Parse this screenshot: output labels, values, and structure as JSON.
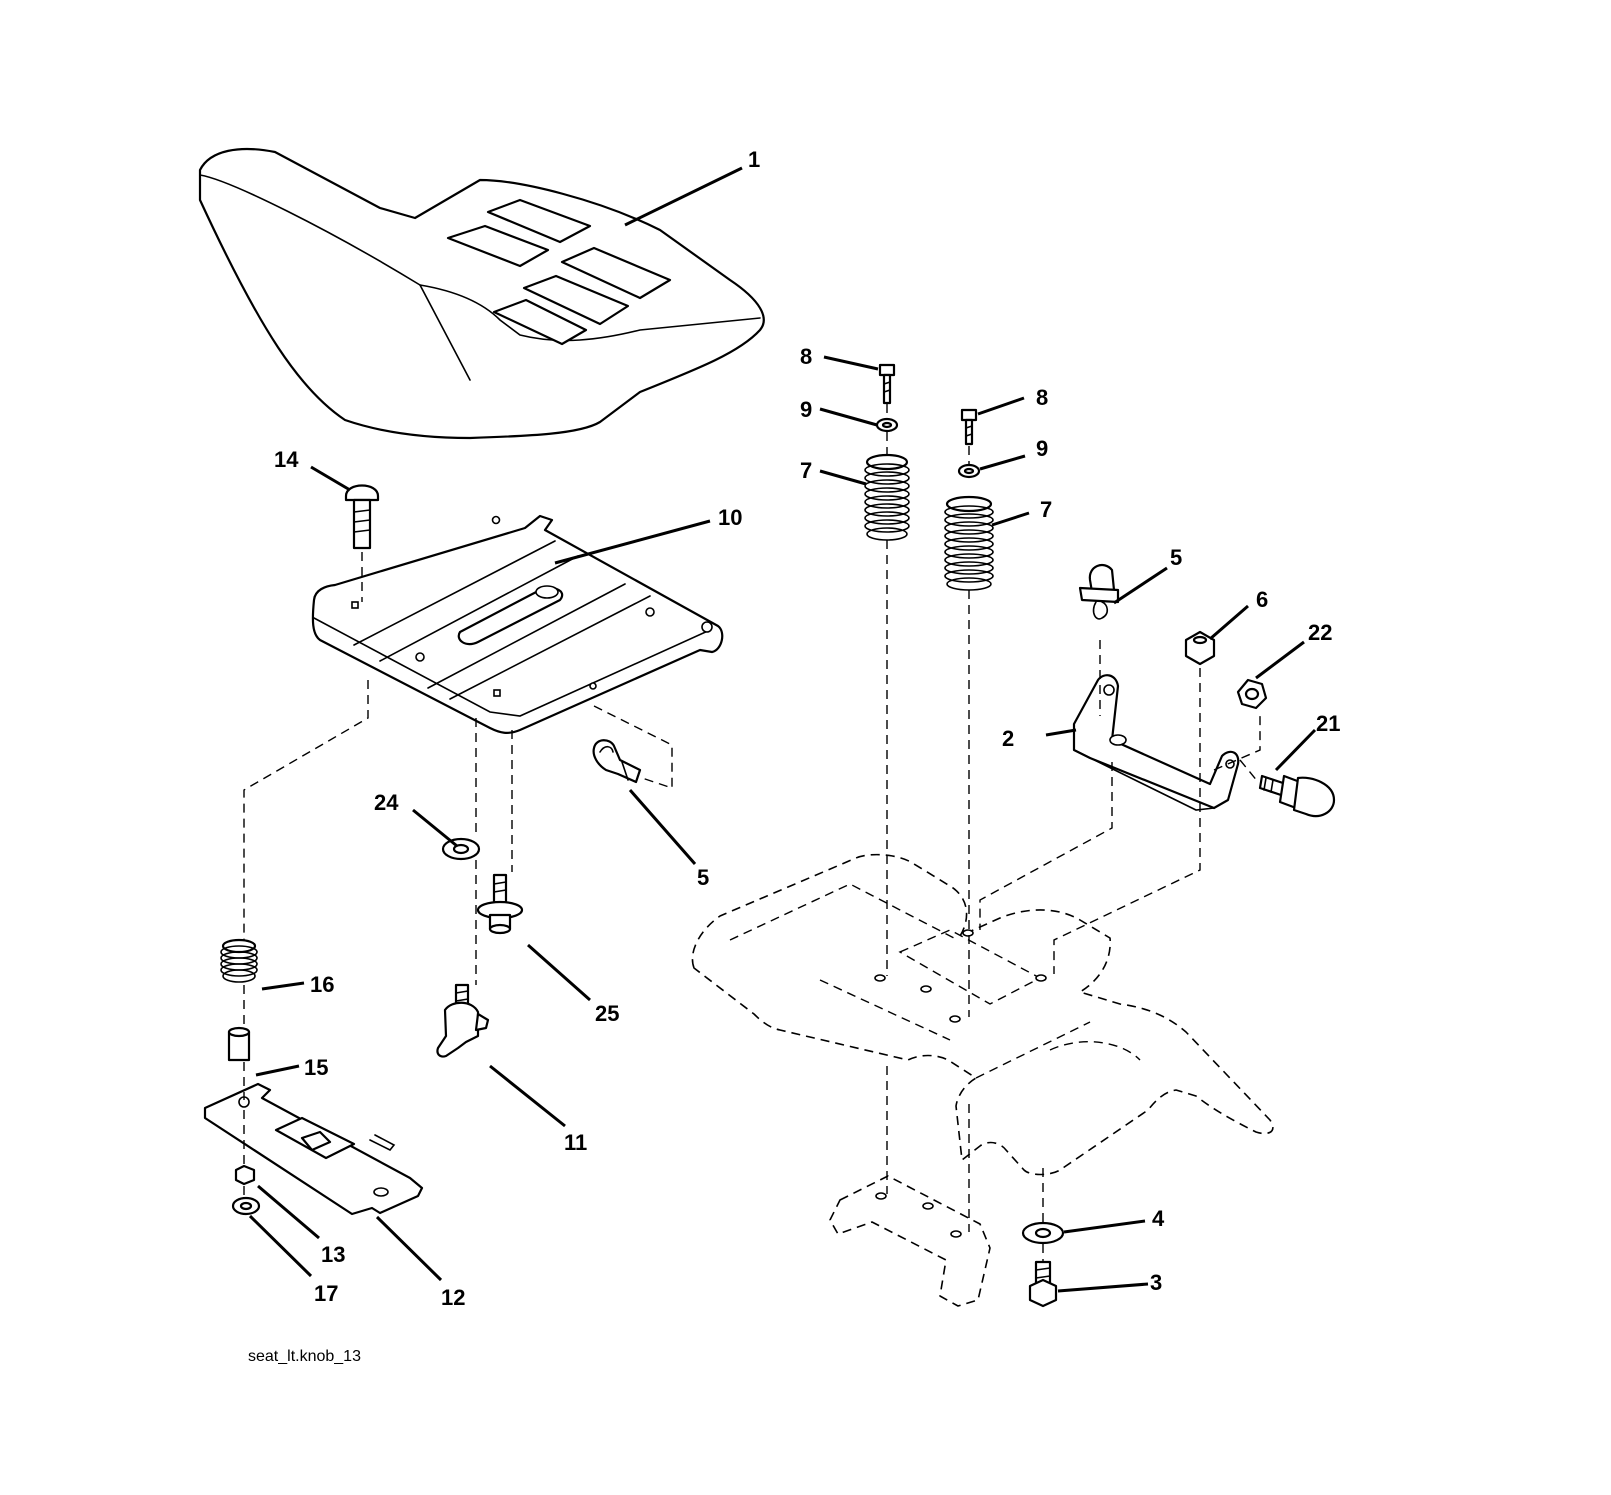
{
  "diagram": {
    "caption": "seat_lt.knob_13",
    "callouts": {
      "c1": "1",
      "c2": "2",
      "c3": "3",
      "c4": "4",
      "c5a": "5",
      "c5b": "5",
      "c6": "6",
      "c7a": "7",
      "c7b": "7",
      "c8a": "8",
      "c8b": "8",
      "c9a": "9",
      "c9b": "9",
      "c10": "10",
      "c11": "11",
      "c12": "12",
      "c13": "13",
      "c14": "14",
      "c15": "15",
      "c16": "16",
      "c17": "17",
      "c21": "21",
      "c22": "22",
      "c24": "24",
      "c25": "25"
    }
  }
}
